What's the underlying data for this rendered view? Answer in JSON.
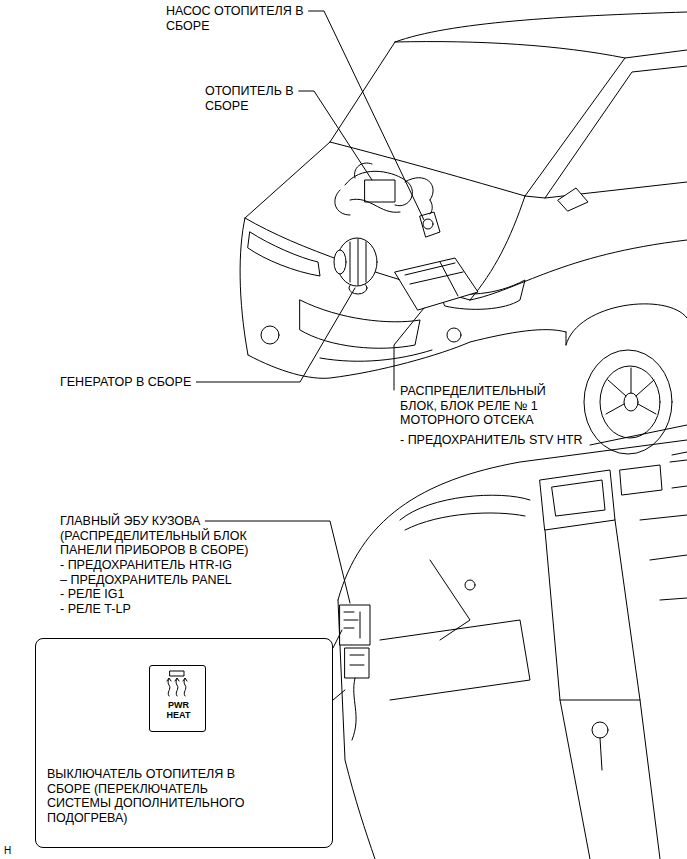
{
  "diagram": {
    "nodes": [
      {
        "text": [
          "ВЫКЛЮЧАТЕЛЬ ОТОПИТЕЛЯ В СБОРЕ (ПЕРЕКЛЮЧАТЕЛЬ СИСТЕМЫ ДОПОЛНИТЕЛЬНОГО ПОДОГРЕВА)"
        ]
      },
      {
        "text": [
          "PWR HEAT"
        ],
        "in": 0
      }
    ],
    "labels": [
      "НАСОС ОТОПИТЕЛЯ В СБОРЕ",
      "ОТОПИТЕЛЬ В СБОРЕ",
      "ГЕНЕРАТОР В СБОРЕ",
      "РАСПРЕДЕЛИТЕЛЬНЫЙ БЛОК, БЛОК РЕЛЕ № 1 МОТОРНОГО ОТСЕКА",
      "- ПРЕДОХРАНИТЕЛЬ STV HTR",
      "ГЛАВНЫЙ ЭБУ КУЗОВА (РАСПРЕДЕЛИТЕЛЬНЫЙ БЛОК ПАНЕЛИ ПРИБОРОВ В СБОРЕ)",
      "- ПРЕДОХРАНИТЕЛЬ HTR-IG",
      "– ПРЕДОХРАНИТЕЛЬ PANEL",
      "- РЕЛЕ IG1",
      "- РЕЛЕ T-LP",
      "H"
    ]
  }
}
